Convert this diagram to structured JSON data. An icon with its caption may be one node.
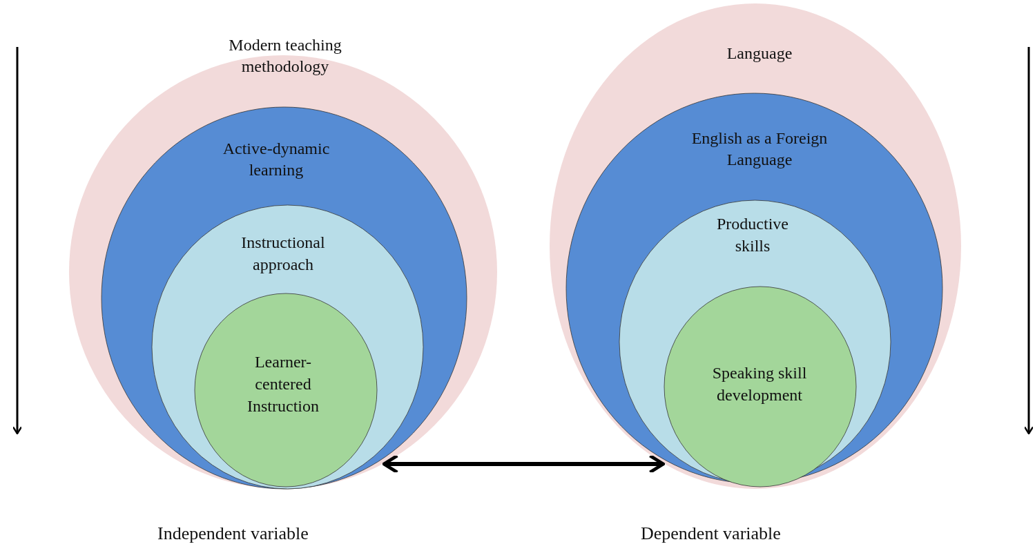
{
  "diagram": {
    "nodes": [
      {
        "text": [
          "Modern teaching methodology"
        ],
        "beside": [
          "Independent variable"
        ]
      },
      {
        "text": [
          "Active-dynamic learning"
        ],
        "in": 0
      },
      {
        "text": [
          "Instructional approach"
        ],
        "in": 1
      },
      {
        "text": [
          "Learner-centered Instruction"
        ],
        "in": 2
      },
      {
        "text": [
          "Language"
        ],
        "beside": [
          "Dependent variable"
        ]
      },
      {
        "text": [
          "English as a Foreign Language"
        ],
        "in": 4
      },
      {
        "text": [
          "Productive skills"
        ],
        "in": 5
      },
      {
        "text": [
          "Speaking skill development"
        ],
        "in": 6
      }
    ],
    "edges": [
      {
        "from": 0,
        "to": 4,
        "arrow": "both"
      }
    ]
  }
}
